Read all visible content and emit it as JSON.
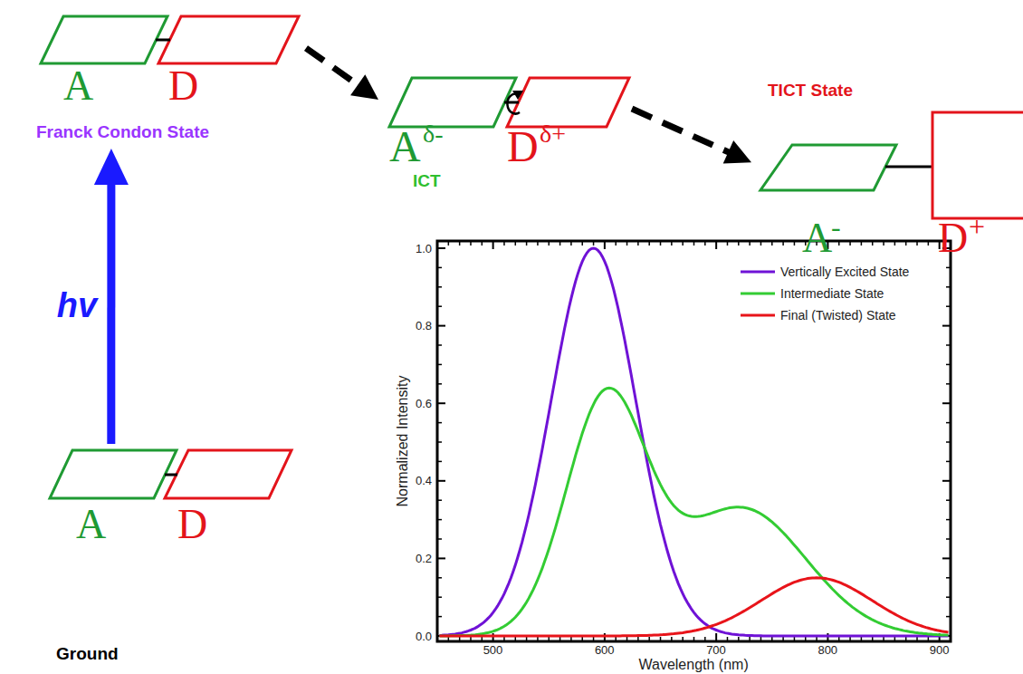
{
  "diagram": {
    "nodes": [
      {
        "text": [
          "A",
          "D",
          "Franck Condon State"
        ]
      },
      {
        "text": [
          "A",
          "δ-",
          "D",
          "δ+",
          "ICT"
        ]
      },
      {
        "text": [
          "TICT State",
          "A",
          "-",
          "D",
          "+"
        ]
      },
      {
        "text": [
          "A",
          "D",
          "Ground"
        ]
      }
    ],
    "edges": [
      {
        "from": 0,
        "to": 1,
        "arrow": "to"
      },
      {
        "from": 1,
        "to": 2,
        "arrow": "to"
      },
      {
        "from": 3,
        "to": 0,
        "arrow": "to",
        "label": "hv"
      }
    ],
    "labels": [
      "Normalized Intensity",
      "Wavelength (nm)",
      "0.0",
      "0.2",
      "0.4",
      "0.6",
      "0.8",
      "1.0",
      "500",
      "600",
      "700",
      "800",
      "900"
    ],
    "legend": [
      {
        "text": "Vertically Excited State"
      },
      {
        "text": "Intermediate State"
      },
      {
        "text": "Final (Twisted) State"
      }
    ]
  }
}
